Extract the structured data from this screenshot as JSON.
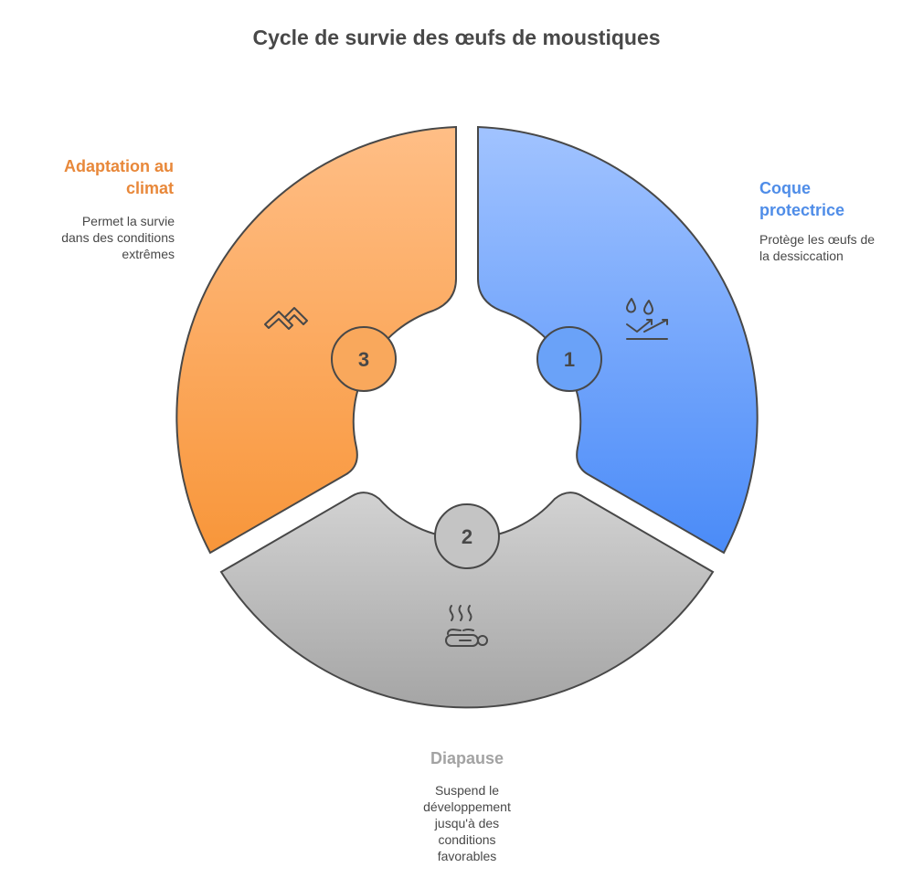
{
  "title": "Cycle de survie des œufs de moustiques",
  "colors": {
    "blue": "#5B97F8",
    "orange": "#F99A40",
    "gray": "#AEAEAE",
    "stroke": "#484848",
    "text": "#484848"
  },
  "steps": [
    {
      "number": "1",
      "title": "Coque protectrice",
      "title_line1": "Coque",
      "title_line2": "protectrice",
      "description_line1": "Protège les œufs de",
      "description_line2": "la dessiccation",
      "color": "#5B97F8",
      "icon": "water-drops-arrows-icon"
    },
    {
      "number": "2",
      "title": "Diapause",
      "description_line1": "Suspend le",
      "description_line2": "développement",
      "description_line3": "jusqu'à des",
      "description_line4": "conditions",
      "description_line5": "favorables",
      "color": "#AEAEAE",
      "icon": "resting-person-icon"
    },
    {
      "number": "3",
      "title": "Adaptation au climat",
      "title_line1": "Adaptation au",
      "title_line2": "climat",
      "description_line1": "Permet la survie",
      "description_line2": "dans des conditions",
      "description_line3": "extrêmes",
      "color": "#F99A40",
      "icon": "mountains-icon"
    }
  ]
}
